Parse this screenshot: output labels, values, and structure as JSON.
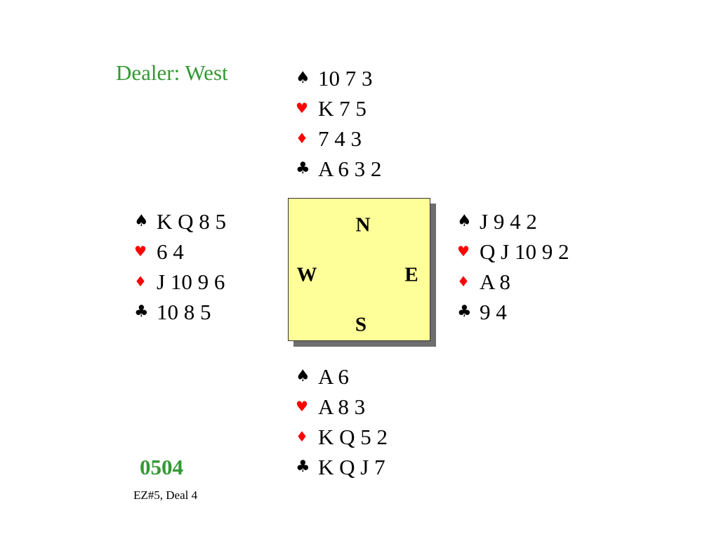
{
  "dealer": "Dealer: West",
  "board_number": "0504",
  "caption": "EZ#5, Deal 4",
  "compass": {
    "north": "N",
    "west": "W",
    "east": "E",
    "south": "S"
  },
  "suit_symbols": {
    "spades": "♠",
    "hearts": "♥",
    "diamonds": "♦",
    "clubs": "♣"
  },
  "hands": {
    "north": {
      "spades": "10 7 3",
      "hearts": "K 7 5",
      "diamonds": "7 4 3",
      "clubs": "A 6 3 2"
    },
    "west": {
      "spades": "K Q 8 5",
      "hearts": "6 4",
      "diamonds": "J 10 9 6",
      "clubs": "10 8 5"
    },
    "east": {
      "spades": "J 9 4 2",
      "hearts": "Q J 10 9 2",
      "diamonds": "A 8",
      "clubs": "9 4"
    },
    "south": {
      "spades": "A 6",
      "hearts": "A 8 3",
      "diamonds": "K Q 5 2",
      "clubs": "K Q J 7"
    }
  },
  "colors": {
    "accent_green": "#339933",
    "red_suit": "#ff0000",
    "black_suit": "#000000",
    "table_fill": "#ffff99",
    "table_shadow": "#6e6e6e"
  }
}
